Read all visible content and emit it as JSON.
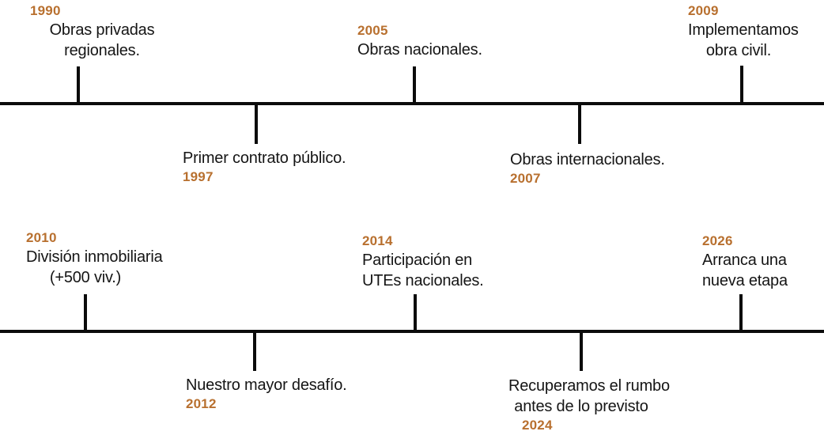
{
  "colors": {
    "year_accent": "#b8702f",
    "description_text": "#151515",
    "timeline_line": "#0b0b0b",
    "background": "#ffffff"
  },
  "timelines": [
    {
      "name": "top",
      "events": [
        {
          "year": "1990",
          "lines": [
            "Obras privadas",
            "regionales."
          ],
          "placement": "above"
        },
        {
          "year": "1997",
          "lines": [
            "Primer contrato público."
          ],
          "placement": "below"
        },
        {
          "year": "2005",
          "lines": [
            "Obras nacionales."
          ],
          "placement": "above"
        },
        {
          "year": "2007",
          "lines": [
            "Obras internacionales."
          ],
          "placement": "below"
        },
        {
          "year": "2009",
          "lines": [
            "Implementamos",
            "obra civil."
          ],
          "placement": "above"
        }
      ]
    },
    {
      "name": "bottom",
      "events": [
        {
          "year": "2010",
          "lines": [
            "División inmobiliaria",
            "(+500 viv.)"
          ],
          "placement": "above"
        },
        {
          "year": "2012",
          "lines": [
            "Nuestro mayor desafío."
          ],
          "placement": "below"
        },
        {
          "year": "2014",
          "lines": [
            "Participación en",
            "UTEs nacionales."
          ],
          "placement": "above"
        },
        {
          "year": "2024",
          "lines": [
            "Recuperamos el rumbo",
            "antes de lo previsto"
          ],
          "placement": "below"
        },
        {
          "year": "2026",
          "lines": [
            "Arranca una",
            "nueva etapa"
          ],
          "placement": "above"
        }
      ]
    }
  ]
}
